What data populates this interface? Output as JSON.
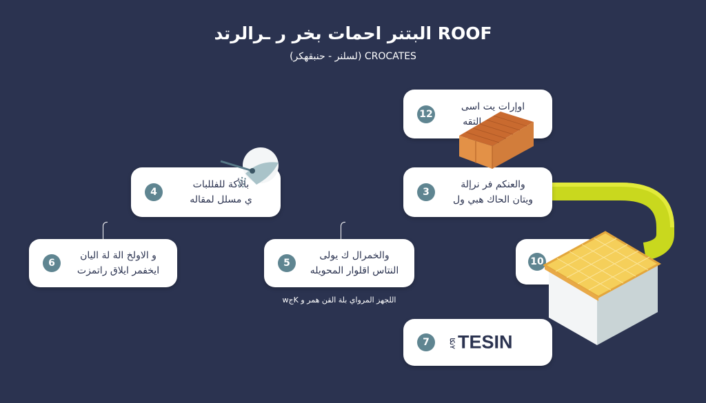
{
  "header": {
    "title": "البتنر احمات بخر ر ـرالرتد ROOF",
    "subtitle": "(لسلنر - حنبقهكر) CROCATES"
  },
  "cards": [
    {
      "number": "12",
      "lines": [
        "اوإرات يت اسى",
        "وناك ووك التقه"
      ]
    },
    {
      "number": "4",
      "lines": [
        "بالأكة للفللبات",
        "ي مسلل لمقاله"
      ]
    },
    {
      "number": "3",
      "lines": [
        "والعنكم فر نرإلة",
        "ويتان الحاك هبي ول"
      ]
    },
    {
      "number": "6",
      "lines": [
        "و الاولخ الة لة اليان",
        "ايخفمر ايلاق راتمزت"
      ]
    },
    {
      "number": "5",
      "lines": [
        "والخمرال ك يولى",
        "النتاس اقلوار المحويله"
      ]
    },
    {
      "number": "10",
      "lines": []
    },
    {
      "number": "7",
      "prefix": "تكاY",
      "label": "TESIN"
    }
  ],
  "caption": "اللجهز المرواي بلة القن همر و Kجw",
  "colors": {
    "background": "#2b3350",
    "badge": "#5f8591",
    "connector": "#d4e021",
    "brick": "#d9813c",
    "tile": "#f5cf5a"
  }
}
